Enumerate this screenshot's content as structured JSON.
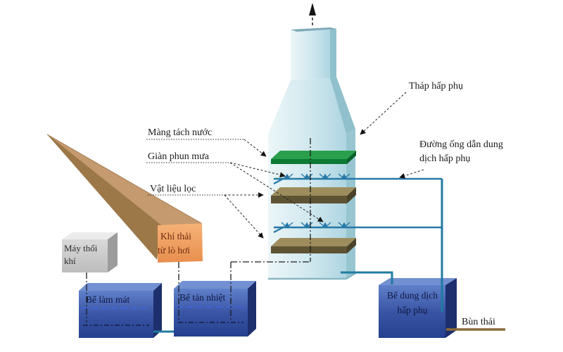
{
  "diagram": {
    "labels": {
      "tower": "Tháp hấp phụ",
      "water_separator": "Màng tách nước",
      "spray_system": "Giàn phun mưa",
      "filter_material": "Vật liệu lọc",
      "solution_pipe_line1": "Đường ống dẫn dung",
      "solution_pipe_line2": "dịch hấp phụ",
      "air_blower_line1": "Máy thổi",
      "air_blower_line2": "khí",
      "exhaust_line1": "Khí thải",
      "exhaust_line2": "từ lò hơi",
      "cooling_tank": "Bể làm mát",
      "heat_tank": "Bể tản nhiệt",
      "solution_tank_line1": "Bể dung dịch",
      "solution_tank_line2": "hấp phụ",
      "sludge": "Bùn thải"
    },
    "colors": {
      "tower_body": "#cfe7ee",
      "tower_side": "#97c6d1",
      "separator_green_top": "#2aa04c",
      "separator_green_front": "#0d7a33",
      "filter_brown_top": "#9d8d5d",
      "filter_brown_front": "#5e5333",
      "pipe_teal": "#1f7ba0",
      "spray_blue": "#2779a8",
      "tank_blue": "#3a55a5",
      "duct_orange": "#f0a263",
      "blower_gray": "#c9c9c9",
      "sludge_brown": "#8a6b3a",
      "water_dash_blue": "#3f63d8"
    }
  }
}
